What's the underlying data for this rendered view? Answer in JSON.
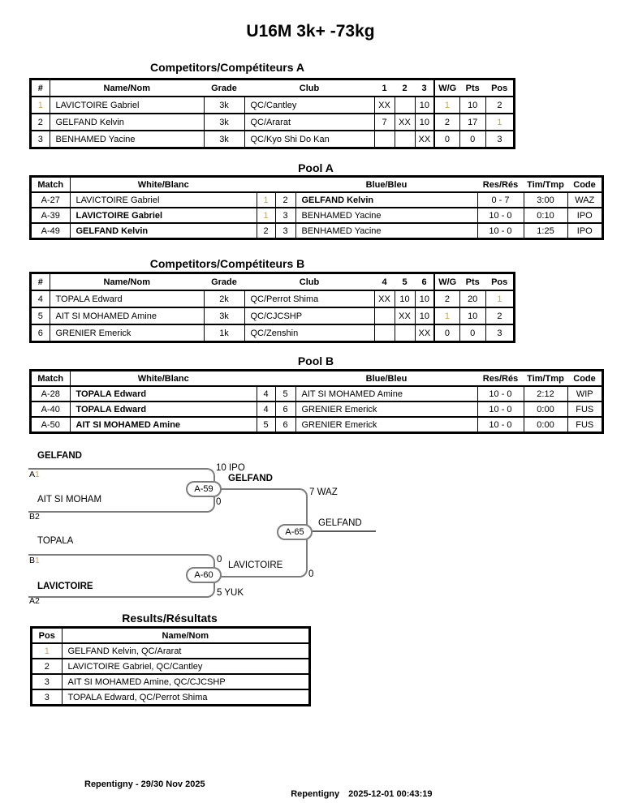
{
  "title": "U16M 3k+ -73kg",
  "colors": {
    "gold": "#C9A654",
    "bracket_line": "#7d7d7d",
    "table_border": "#000000"
  },
  "sections": {
    "competitors_a": {
      "heading": "Competitors/Compétiteurs A",
      "columns": [
        "#",
        "Name/Nom",
        "Grade",
        "Club",
        "1",
        "2",
        "3",
        "W/G",
        "Pts",
        "Pos"
      ],
      "rows": [
        [
          {
            "t": "1",
            "gold": true
          },
          "LAVICTOIRE Gabriel",
          "3k",
          "QC/Cantley",
          "XX",
          "",
          "10",
          {
            "t": "1",
            "gold": true
          },
          "10",
          "2"
        ],
        [
          "2",
          "GELFAND Kelvin",
          "3k",
          "QC/Ararat",
          "7",
          "XX",
          "10",
          "2",
          "17",
          {
            "t": "1",
            "gold": true
          }
        ],
        [
          "3",
          "BENHAMED Yacine",
          "3k",
          "QC/Kyo Shi Do Kan",
          "",
          "",
          "XX",
          "0",
          "0",
          "3"
        ]
      ]
    },
    "pool_a": {
      "heading": "Pool A",
      "columns": [
        "Match",
        "White/Blanc",
        "",
        "",
        "Blue/Bleu",
        "Res/Rés",
        "Tim/Tmp",
        "Code"
      ],
      "rows": [
        [
          "A-27",
          "LAVICTOIRE Gabriel",
          {
            "t": "1",
            "gold": true
          },
          "2",
          {
            "t": "GELFAND Kelvin",
            "bold": true
          },
          "0 - 7",
          "3:00",
          "WAZ"
        ],
        [
          "A-39",
          {
            "t": "LAVICTOIRE Gabriel",
            "bold": true
          },
          {
            "t": "1",
            "gold": true
          },
          "3",
          "BENHAMED Yacine",
          "10 - 0",
          "0:10",
          "IPO"
        ],
        [
          "A-49",
          {
            "t": "GELFAND Kelvin",
            "bold": true
          },
          "2",
          "3",
          "BENHAMED Yacine",
          "10 - 0",
          "1:25",
          "IPO"
        ]
      ]
    },
    "competitors_b": {
      "heading": "Competitors/Compétiteurs B",
      "columns": [
        "#",
        "Name/Nom",
        "Grade",
        "Club",
        "4",
        "5",
        "6",
        "W/G",
        "Pts",
        "Pos"
      ],
      "rows": [
        [
          "4",
          "TOPALA Edward",
          "2k",
          "QC/Perrot Shima",
          "XX",
          "10",
          "10",
          "2",
          "20",
          {
            "t": "1",
            "gold": true
          }
        ],
        [
          "5",
          "AIT SI MOHAMED Amine",
          "3k",
          "QC/CJCSHP",
          "",
          "XX",
          "10",
          {
            "t": "1",
            "gold": true
          },
          "10",
          "2"
        ],
        [
          "6",
          "GRENIER Emerick",
          "1k",
          "QC/Zenshin",
          "",
          "",
          "XX",
          "0",
          "0",
          "3"
        ]
      ]
    },
    "pool_b": {
      "heading": "Pool B",
      "columns": [
        "Match",
        "White/Blanc",
        "",
        "",
        "Blue/Bleu",
        "Res/Rés",
        "Tim/Tmp",
        "Code"
      ],
      "rows": [
        [
          "A-28",
          {
            "t": "TOPALA Edward",
            "bold": true
          },
          "4",
          "5",
          "AIT SI MOHAMED Amine",
          "10 - 0",
          "2:12",
          "WIP"
        ],
        [
          "A-40",
          {
            "t": "TOPALA Edward",
            "bold": true
          },
          "4",
          "6",
          "GRENIER Emerick",
          "10 - 0",
          "0:00",
          "FUS"
        ],
        [
          "A-50",
          {
            "t": "AIT SI MOHAMED Amine",
            "bold": true
          },
          "5",
          "6",
          "GRENIER Emerick",
          "10 - 0",
          "0:00",
          "FUS"
        ]
      ]
    },
    "results": {
      "heading": "Results/Résultats",
      "columns": [
        "Pos",
        "Name/Nom"
      ],
      "rows": [
        [
          {
            "t": "1",
            "gold": true
          },
          "GELFAND Kelvin, QC/Ararat"
        ],
        [
          "2",
          "LAVICTOIRE Gabriel, QC/Cantley"
        ],
        [
          "3",
          "AIT SI MOHAMED Amine, QC/CJCSHP"
        ],
        [
          "3",
          "TOPALA Edward, QC/Perrot Shima"
        ]
      ]
    }
  },
  "bracket": {
    "round1": [
      {
        "match": "A-59",
        "top": {
          "name": "GELFAND",
          "seed": "A1",
          "bold": true,
          "score": "10 IPO"
        },
        "bottom": {
          "name": "AIT SI MOHAM",
          "seed": "B2",
          "bold": false,
          "score": "0"
        }
      },
      {
        "match": "A-60",
        "top": {
          "name": "TOPALA",
          "seed": "B1",
          "bold": false,
          "score": "0"
        },
        "bottom": {
          "name": "LAVICTOIRE",
          "seed": "A2",
          "bold": true,
          "score": "5 YUK"
        }
      }
    ],
    "final": {
      "match": "A-65",
      "top": {
        "name": "GELFAND",
        "bold": true,
        "score": "7 WAZ"
      },
      "bottom": {
        "name": "LAVICTOIRE",
        "bold": false,
        "score": "0"
      }
    },
    "champion": "GELFAND"
  },
  "footer": {
    "left": "Repentigny - 29/30 Nov 2025",
    "right_venue": "Repentigny",
    "right_timestamp": "2025-12-01 00:43:19"
  }
}
